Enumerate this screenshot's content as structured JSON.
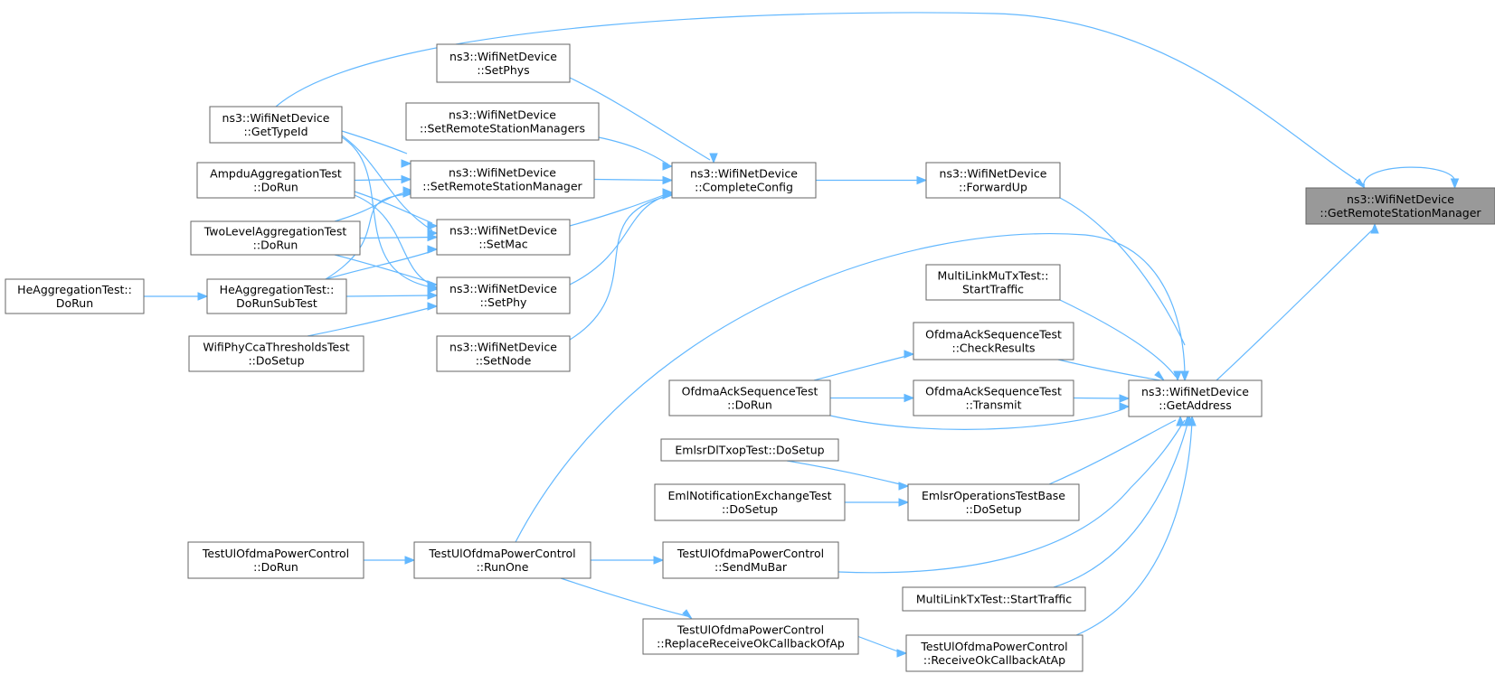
{
  "graph": {
    "root": "GetRemoteStationManager",
    "nodes": [
      {
        "id": "GetRemoteStationManager",
        "lines": [
          "ns3::WifiNetDevice",
          "::GetRemoteStationManager"
        ],
        "highlight": true
      },
      {
        "id": "GetTypeId",
        "lines": [
          "ns3::WifiNetDevice",
          "::GetTypeId"
        ]
      },
      {
        "id": "SetPhys",
        "lines": [
          "ns3::WifiNetDevice",
          "::SetPhys"
        ]
      },
      {
        "id": "SetRemoteStationManagers",
        "lines": [
          "ns3::WifiNetDevice",
          "::SetRemoteStationManagers"
        ]
      },
      {
        "id": "AmpduDoRun",
        "lines": [
          "AmpduAggregationTest",
          "::DoRun"
        ]
      },
      {
        "id": "SetRemoteStationManager",
        "lines": [
          "ns3::WifiNetDevice",
          "::SetRemoteStationManager"
        ]
      },
      {
        "id": "CompleteConfig",
        "lines": [
          "ns3::WifiNetDevice",
          "::CompleteConfig"
        ]
      },
      {
        "id": "ForwardUp",
        "lines": [
          "ns3::WifiNetDevice",
          "::ForwardUp"
        ]
      },
      {
        "id": "TwoLevelDoRun",
        "lines": [
          "TwoLevelAggregationTest",
          "::DoRun"
        ]
      },
      {
        "id": "SetMac",
        "lines": [
          "ns3::WifiNetDevice",
          "::SetMac"
        ]
      },
      {
        "id": "HeDoRun",
        "lines": [
          "HeAggregationTest::",
          "DoRun"
        ]
      },
      {
        "id": "HeDoRunSubTest",
        "lines": [
          "HeAggregationTest::",
          "DoRunSubTest"
        ]
      },
      {
        "id": "SetPhy",
        "lines": [
          "ns3::WifiNetDevice",
          "::SetPhy"
        ]
      },
      {
        "id": "MultiLinkMuStartTraffic",
        "lines": [
          "MultiLinkMuTxTest::",
          "StartTraffic"
        ]
      },
      {
        "id": "CcaDoSetup",
        "lines": [
          "WifiPhyCcaThresholdsTest",
          "::DoSetup"
        ]
      },
      {
        "id": "SetNode",
        "lines": [
          "ns3::WifiNetDevice",
          "::SetNode"
        ]
      },
      {
        "id": "OfdmaCheckResults",
        "lines": [
          "OfdmaAckSequenceTest",
          "::CheckResults"
        ]
      },
      {
        "id": "OfdmaDoRun",
        "lines": [
          "OfdmaAckSequenceTest",
          "::DoRun"
        ]
      },
      {
        "id": "OfdmaTransmit",
        "lines": [
          "OfdmaAckSequenceTest",
          "::Transmit"
        ]
      },
      {
        "id": "GetAddress",
        "lines": [
          "ns3::WifiNetDevice",
          "::GetAddress"
        ]
      },
      {
        "id": "EmlsrDlTxopDoSetup",
        "lines": [
          "EmlsrDlTxopTest::DoSetup"
        ]
      },
      {
        "id": "EmlNotifDoSetup",
        "lines": [
          "EmlNotificationExchangeTest",
          "::DoSetup"
        ]
      },
      {
        "id": "EmlsrOpsDoSetup",
        "lines": [
          "EmlsrOperationsTestBase",
          "::DoSetup"
        ]
      },
      {
        "id": "UlPcDoRun",
        "lines": [
          "TestUlOfdmaPowerControl",
          "::DoRun"
        ]
      },
      {
        "id": "UlPcRunOne",
        "lines": [
          "TestUlOfdmaPowerControl",
          "::RunOne"
        ]
      },
      {
        "id": "UlPcSendMuBar",
        "lines": [
          "TestUlOfdmaPowerControl",
          "::SendMuBar"
        ]
      },
      {
        "id": "MultiLinkTxStartTraffic",
        "lines": [
          "MultiLinkTxTest::StartTraffic"
        ]
      },
      {
        "id": "UlPcReplaceCb",
        "lines": [
          "TestUlOfdmaPowerControl",
          "::ReplaceReceiveOkCallbackOfAp"
        ]
      },
      {
        "id": "UlPcReceiveOk",
        "lines": [
          "TestUlOfdmaPowerControl",
          "::ReceiveOkCallbackAtAp"
        ]
      }
    ],
    "edges": [
      [
        "GetTypeId",
        "GetRemoteStationManager"
      ],
      [
        "GetRemoteStationManager",
        "GetRemoteStationManager"
      ],
      [
        "GetAddress",
        "GetRemoteStationManager"
      ],
      [
        "ForwardUp",
        "GetAddress"
      ],
      [
        "CompleteConfig",
        "ForwardUp"
      ],
      [
        "SetPhys",
        "CompleteConfig"
      ],
      [
        "SetRemoteStationManagers",
        "CompleteConfig"
      ],
      [
        "SetRemoteStationManager",
        "CompleteConfig"
      ],
      [
        "SetMac",
        "CompleteConfig"
      ],
      [
        "SetPhy",
        "CompleteConfig"
      ],
      [
        "SetNode",
        "CompleteConfig"
      ],
      [
        "GetTypeId",
        "SetRemoteStationManager"
      ],
      [
        "GetTypeId",
        "SetMac"
      ],
      [
        "GetTypeId",
        "SetPhy"
      ],
      [
        "AmpduDoRun",
        "SetRemoteStationManager"
      ],
      [
        "AmpduDoRun",
        "SetMac"
      ],
      [
        "AmpduDoRun",
        "SetPhy"
      ],
      [
        "TwoLevelDoRun",
        "SetRemoteStationManager"
      ],
      [
        "TwoLevelDoRun",
        "SetMac"
      ],
      [
        "TwoLevelDoRun",
        "SetPhy"
      ],
      [
        "HeDoRunSubTest",
        "SetRemoteStationManager"
      ],
      [
        "HeDoRunSubTest",
        "SetMac"
      ],
      [
        "HeDoRunSubTest",
        "SetPhy"
      ],
      [
        "HeDoRun",
        "HeDoRunSubTest"
      ],
      [
        "CcaDoSetup",
        "SetPhy"
      ],
      [
        "MultiLinkMuStartTraffic",
        "GetAddress"
      ],
      [
        "OfdmaCheckResults",
        "GetAddress"
      ],
      [
        "OfdmaTransmit",
        "GetAddress"
      ],
      [
        "OfdmaDoRun",
        "GetAddress"
      ],
      [
        "OfdmaDoRun",
        "OfdmaCheckResults"
      ],
      [
        "OfdmaDoRun",
        "OfdmaTransmit"
      ],
      [
        "EmlsrOpsDoSetup",
        "GetAddress"
      ],
      [
        "EmlsrDlTxopDoSetup",
        "EmlsrOpsDoSetup"
      ],
      [
        "EmlNotifDoSetup",
        "EmlsrOpsDoSetup"
      ],
      [
        "UlPcRunOne",
        "GetAddress"
      ],
      [
        "UlPcSendMuBar",
        "GetAddress"
      ],
      [
        "MultiLinkTxStartTraffic",
        "GetAddress"
      ],
      [
        "UlPcReceiveOk",
        "GetAddress"
      ],
      [
        "UlPcDoRun",
        "UlPcRunOne"
      ],
      [
        "UlPcRunOne",
        "UlPcSendMuBar"
      ],
      [
        "UlPcRunOne",
        "UlPcReplaceCb"
      ],
      [
        "UlPcReplaceCb",
        "UlPcReceiveOk"
      ]
    ]
  },
  "colors": {
    "edge": "#63b8ff",
    "node_border": "#666666",
    "root_fill": "#999999",
    "node_fill": "#ffffff"
  }
}
